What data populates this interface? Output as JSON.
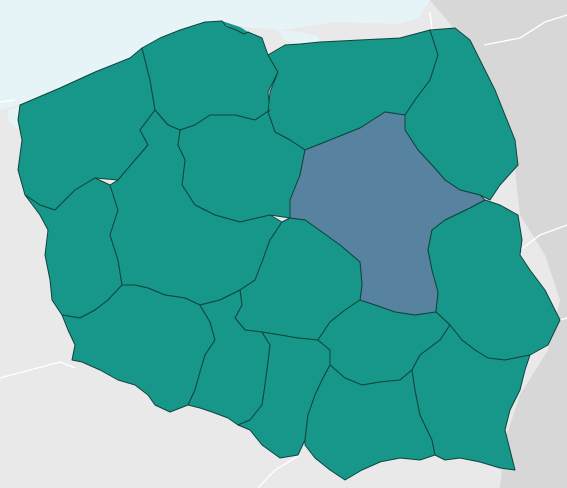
{
  "colors": {
    "background": "#f3f3f3",
    "sea": "#e6f4f8",
    "neighbor_land_east": "#d7d7d7",
    "neighbor_land": "#e9e9e9",
    "region_default": "#16978a",
    "region_highlight": "#5783a0",
    "region_border": "#10443e",
    "international_border": "#ffffff"
  },
  "map": {
    "country": "Poland",
    "highlighted_region": "masovian",
    "regions": [
      {
        "id": "west-pomeranian",
        "highlighted": false
      },
      {
        "id": "pomeranian",
        "highlighted": false
      },
      {
        "id": "warmian-masurian",
        "highlighted": false
      },
      {
        "id": "podlaskie",
        "highlighted": false
      },
      {
        "id": "kuyavian-pomeranian",
        "highlighted": false
      },
      {
        "id": "lubusz",
        "highlighted": false
      },
      {
        "id": "greater-poland",
        "highlighted": false
      },
      {
        "id": "masovian",
        "highlighted": true
      },
      {
        "id": "lodz",
        "highlighted": false
      },
      {
        "id": "lublin",
        "highlighted": false
      },
      {
        "id": "lower-silesian",
        "highlighted": false
      },
      {
        "id": "opole",
        "highlighted": false
      },
      {
        "id": "silesian",
        "highlighted": false
      },
      {
        "id": "swietokrzyskie",
        "highlighted": false
      },
      {
        "id": "lesser-poland",
        "highlighted": false
      },
      {
        "id": "subcarpathian",
        "highlighted": false
      }
    ]
  }
}
